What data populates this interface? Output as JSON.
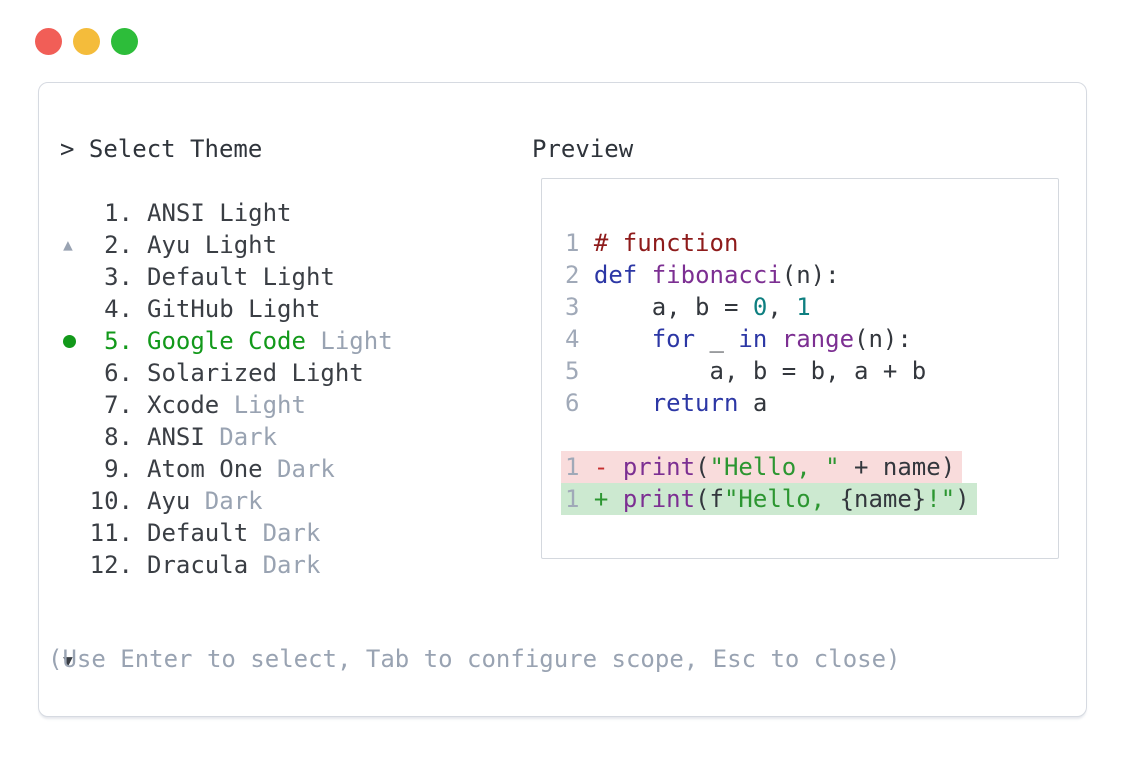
{
  "window": {
    "traffic_lights": [
      {
        "name": "close",
        "color": "#f15e57"
      },
      {
        "name": "minimize",
        "color": "#f4bc3b"
      },
      {
        "name": "zoom",
        "color": "#2dbd3a"
      }
    ]
  },
  "header": {
    "title": "> Select Theme"
  },
  "theme_list": {
    "scroll_up_icon": "▲",
    "scroll_down_icon": "▼",
    "items": [
      {
        "num": "1.",
        "name": "ANSI Light",
        "suffix": "",
        "selected": false
      },
      {
        "num": "2.",
        "name": "Ayu Light",
        "suffix": "",
        "selected": false
      },
      {
        "num": "3.",
        "name": "Default Light",
        "suffix": "",
        "selected": false
      },
      {
        "num": "4.",
        "name": "GitHub Light",
        "suffix": "",
        "selected": false
      },
      {
        "num": "5.",
        "name": "Google Code",
        "suffix": "Light",
        "selected": true
      },
      {
        "num": "6.",
        "name": "Solarized Light",
        "suffix": "",
        "selected": false
      },
      {
        "num": "7.",
        "name": "Xcode",
        "suffix": "Light",
        "selected": false
      },
      {
        "num": "8.",
        "name": "ANSI",
        "suffix": "Dark",
        "selected": false
      },
      {
        "num": "9.",
        "name": "Atom One",
        "suffix": "Dark",
        "selected": false
      },
      {
        "num": "10.",
        "name": "Ayu",
        "suffix": "Dark",
        "selected": false
      },
      {
        "num": "11.",
        "name": "Default",
        "suffix": "Dark",
        "selected": false
      },
      {
        "num": "12.",
        "name": "Dracula",
        "suffix": "Dark",
        "selected": false
      }
    ]
  },
  "preview": {
    "label": "Preview",
    "code_lines": [
      {
        "num": "1",
        "tokens": [
          [
            "# function",
            "comment"
          ]
        ]
      },
      {
        "num": "2",
        "tokens": [
          [
            "def",
            "keyword"
          ],
          [
            " ",
            "plain"
          ],
          [
            "fibonacci",
            "func"
          ],
          [
            "(n):",
            "plain"
          ]
        ]
      },
      {
        "num": "3",
        "tokens": [
          [
            "    a, b = ",
            "plain"
          ],
          [
            "0",
            "literal"
          ],
          [
            ", ",
            "plain"
          ],
          [
            "1",
            "literal"
          ]
        ]
      },
      {
        "num": "4",
        "tokens": [
          [
            "    ",
            "plain"
          ],
          [
            "for",
            "keyword"
          ],
          [
            " _ ",
            "plain"
          ],
          [
            "in",
            "keyword"
          ],
          [
            " ",
            "plain"
          ],
          [
            "range",
            "func"
          ],
          [
            "(n):",
            "plain"
          ]
        ]
      },
      {
        "num": "5",
        "tokens": [
          [
            "        a, b = b, a + b",
            "plain"
          ]
        ]
      },
      {
        "num": "6",
        "tokens": [
          [
            "    ",
            "plain"
          ],
          [
            "return",
            "keyword"
          ],
          [
            " a",
            "plain"
          ]
        ]
      },
      {
        "blank": true
      },
      {
        "num": "1",
        "diff": "removed",
        "tokens": [
          [
            "- ",
            "minus"
          ],
          [
            "print",
            "func"
          ],
          [
            "(",
            "plain"
          ],
          [
            "\"Hello, \"",
            "string"
          ],
          [
            " + name)",
            "plain"
          ]
        ]
      },
      {
        "num": "1",
        "diff": "added",
        "tokens": [
          [
            "+ ",
            "plus"
          ],
          [
            "print",
            "func"
          ],
          [
            "(f",
            "plain"
          ],
          [
            "\"Hello, ",
            "string"
          ],
          [
            "{name}",
            "plain"
          ],
          [
            "!\"",
            "string"
          ],
          [
            ")",
            "plain"
          ]
        ]
      }
    ]
  },
  "footer": {
    "hint": "(Use Enter to select, Tab to configure scope, Esc to close)"
  },
  "colors": {
    "panel_border": "#d6dae1",
    "text": "#33373d",
    "muted": "#99a3b2",
    "selected_green": "#12991a",
    "removed_bg": "#f9dcdc",
    "added_bg": "#cce9d0",
    "syntax": {
      "comment": "#8e1b1b",
      "keyword": "#2c37a5",
      "function": "#7c2f92",
      "literal": "#0e7f80",
      "string": "#2c9631",
      "minus": "#c62f2f",
      "plus": "#2c9631"
    }
  }
}
